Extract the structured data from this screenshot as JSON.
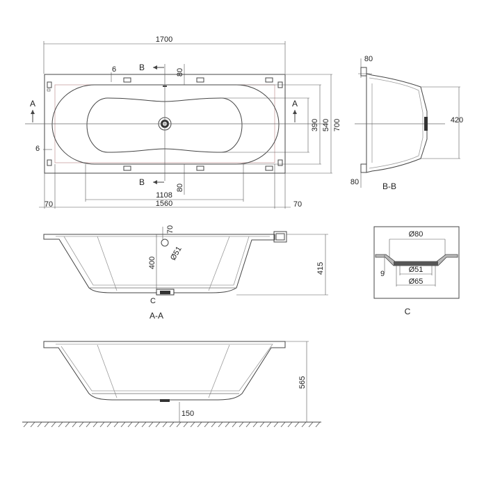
{
  "top_view": {
    "overall_length": "1700",
    "inner_length": "1560",
    "basin_length": "1108",
    "end_margin_left": "70",
    "end_margin_right": "70",
    "side_offset_top": "6",
    "side_offset_bottom": "6",
    "rim_top": "80",
    "rim_bottom": "80",
    "overall_width": "700",
    "inner_width": "540",
    "basin_width": "390",
    "section_a_left": "A",
    "section_a_right": "A",
    "section_b_top": "B",
    "section_b_bottom": "B"
  },
  "section_bb": {
    "title": "B-B",
    "rim_top": "80",
    "rim_bottom": "80",
    "depth": "420"
  },
  "section_aa": {
    "title": "A-A",
    "detail_ref": "C",
    "inner_depth": "400",
    "total_depth": "415",
    "drain_offset": "70",
    "drain_diameter": "Ø51"
  },
  "detail_c": {
    "title": "C",
    "outer_diameter": "Ø80",
    "inner_diameter": "Ø51",
    "mid_diameter": "Ø65",
    "thickness": "9"
  },
  "elevation": {
    "height": "565",
    "foot_clearance": "150"
  }
}
